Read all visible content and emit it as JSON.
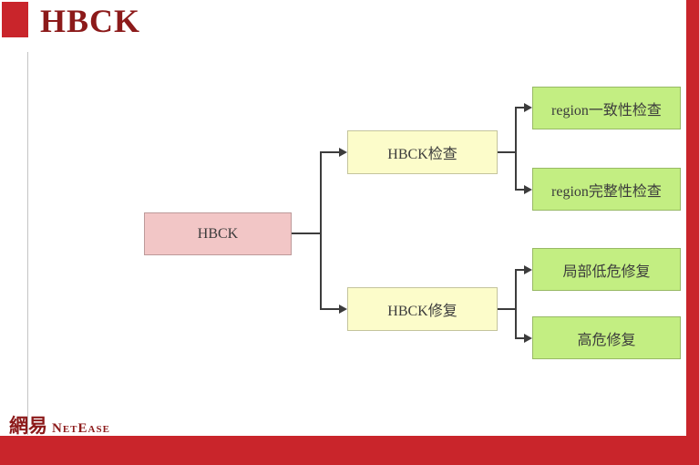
{
  "header": {
    "title": "HBCK"
  },
  "diagram": {
    "type": "tree",
    "root": {
      "label": "HBCK"
    },
    "branches": [
      {
        "label": "HBCK检查",
        "children": [
          {
            "label": "region一致性检查"
          },
          {
            "label": "region完整性检查"
          }
        ]
      },
      {
        "label": "HBCK修复",
        "children": [
          {
            "label": "局部低危修复"
          },
          {
            "label": "高危修复"
          }
        ]
      }
    ]
  },
  "footer": {
    "logo_cn": "網易",
    "logo_en": "NetEase"
  },
  "colors": {
    "accent_red": "#c9252b",
    "title_red": "#8c1a1a",
    "root_fill": "#f2c6c6",
    "branch_fill": "#fcfcca",
    "leaf_fill": "#c3ee82",
    "line_color": "#3c3c3c"
  }
}
